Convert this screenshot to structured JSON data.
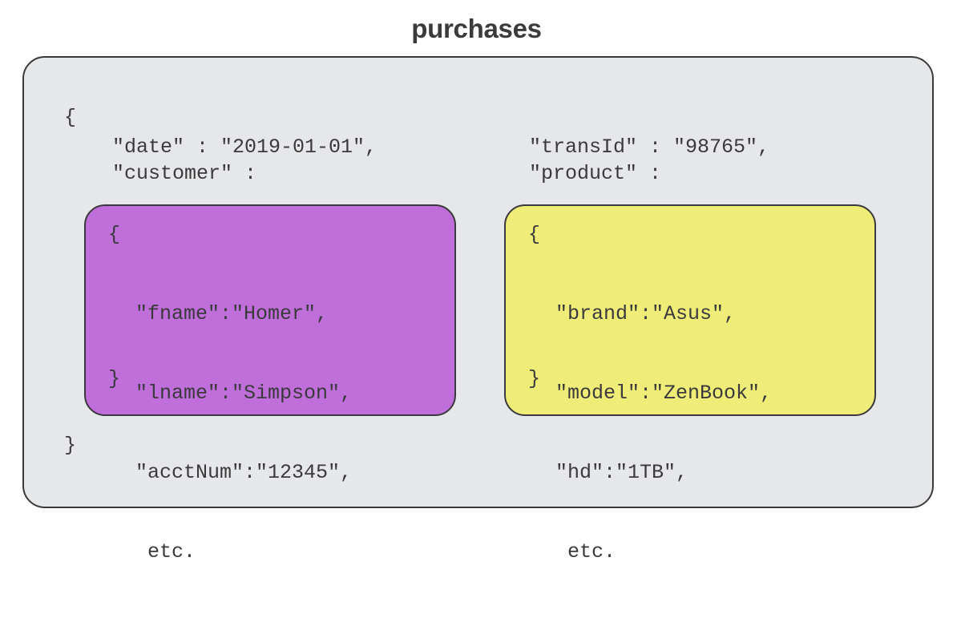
{
  "diagram": {
    "title": "purchases",
    "colors": {
      "card_background": "#e6e7e8",
      "card_border": "#3a3a3c",
      "text": "#3a3a3c",
      "title_text": "#3b3b3b",
      "customer_subdoc": "#c06eda",
      "product_subdoc": "#f0ec78",
      "page_background": "#ffffff"
    },
    "document": {
      "open_brace": "{",
      "close_brace": "}",
      "fields": {
        "date": "\"date\" : \"2019-01-01\",",
        "customer_key": "\"customer\" :",
        "transId": "\"transId\" : \"98765\",",
        "product_key": "\"product\" :"
      }
    },
    "subdocuments": [
      {
        "name": "customer",
        "open_brace": "{",
        "close_brace": "}",
        "lines": [
          "\"fname\":\"Homer\",",
          "\"lname\":\"Simpson\",",
          "\"acctNum\":\"12345\",",
          " etc."
        ]
      },
      {
        "name": "product",
        "open_brace": "{",
        "close_brace": "}",
        "lines": [
          "\"brand\":\"Asus\",",
          "\"model\":\"ZenBook\",",
          "\"hd\":\"1TB\",",
          " etc."
        ]
      }
    ]
  }
}
